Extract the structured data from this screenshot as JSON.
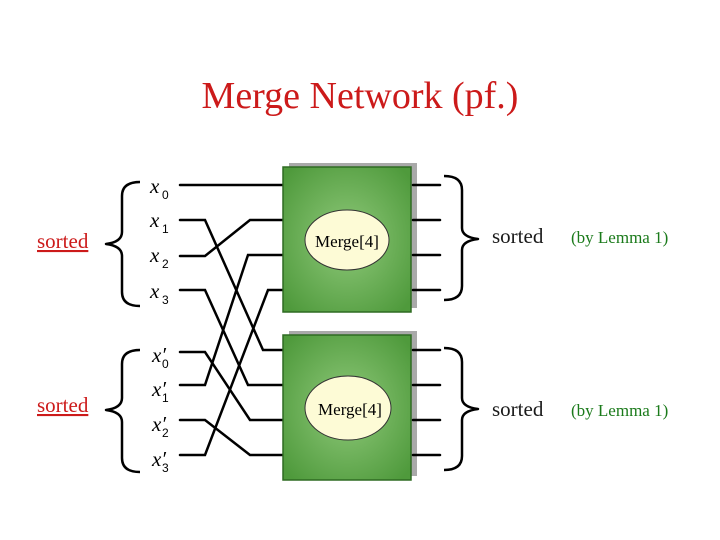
{
  "title": "Merge Network (pf.)",
  "left_labels": [
    "sorted",
    "sorted"
  ],
  "inputs_top": [
    {
      "base": "x",
      "prime": "",
      "sub": "0"
    },
    {
      "base": "x",
      "prime": "",
      "sub": "1"
    },
    {
      "base": "x",
      "prime": "",
      "sub": "2"
    },
    {
      "base": "x",
      "prime": "",
      "sub": "3"
    }
  ],
  "inputs_bottom": [
    {
      "base": "x",
      "prime": "′",
      "sub": "0"
    },
    {
      "base": "x",
      "prime": "′",
      "sub": "1"
    },
    {
      "base": "x",
      "prime": "′",
      "sub": "2"
    },
    {
      "base": "x",
      "prime": "′",
      "sub": "3"
    }
  ],
  "boxes": [
    {
      "label": "Merge[4]",
      "fill": "#5fa84a"
    },
    {
      "label": "Merge[4]",
      "fill": "#5fa84a"
    }
  ],
  "right_labels": [
    {
      "text": "sorted",
      "note": "(by Lemma 1)"
    },
    {
      "text": "sorted",
      "note": "(by Lemma 1)"
    }
  ],
  "colors": {
    "title": "#cc1a1a",
    "note": "#1a7a1a",
    "box": "#5fa84a",
    "oval": "#fdfbd6"
  }
}
